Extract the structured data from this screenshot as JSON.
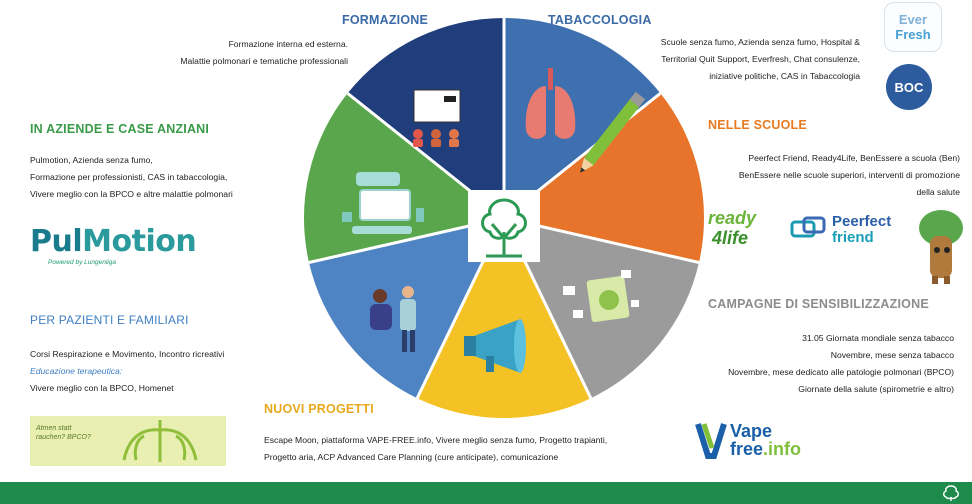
{
  "colors": {
    "formazione": "#203d7c",
    "tabaccologia": "#3e6fae",
    "scuole": "#e8742b",
    "campagne": "#9b9b9b",
    "nuovi": "#f5c226",
    "pazienti": "#4f84c4",
    "aziende": "#5aa64d",
    "green_heading": "#3a9b48",
    "orange_heading": "#e87a20",
    "gray_heading": "#8c8c8c",
    "blue_heading": "#3f7fc4",
    "yellow_heading": "#e8a91e",
    "footer": "#1e8a4c"
  },
  "sections": {
    "formazione": {
      "title": "FORMAZIONE",
      "lines": [
        "Formazione interna ed esterna.",
        "Malattie polmonari e tematiche professionali"
      ]
    },
    "tabaccologia": {
      "title": "TABACCOLOGIA",
      "lines": [
        "Scuole senza fumo, Azienda senza fumo, Hospital &",
        "Territorial Quit Support, Everfresh, Chat consulenze,",
        "iniziative politiche, CAS in Tabaccologia"
      ]
    },
    "aziende": {
      "title": "IN AZIENDE E CASE ANZIANI",
      "lines": [
        "Pulmotion, Azienda senza fumo,",
        "Formazione per professionisti, CAS in tabaccologia,",
        "Vivere meglio con la BPCO e altre malattie polmonari"
      ]
    },
    "scuole": {
      "title": "NELLE SCUOLE",
      "lines": [
        "Peerfect Friend, Ready4Life, BenEssere a scuola (Ben)",
        "BenEssere nelle scuole superiori, interventi di promozione",
        "della salute"
      ]
    },
    "pazienti": {
      "title": "PER PAZIENTI E FAMILIARI",
      "lines": [
        "Corsi Respirazione e Movimento, Incontro ricreativi",
        "Educazione terapeutica:",
        "Vivere meglio con la BPCO, Homenet"
      ]
    },
    "campagne": {
      "title": "CAMPAGNE DI SENSIBILIZZAZIONE",
      "lines": [
        "31.05 Giornata mondiale senza tabacco",
        "Novembre, mese senza tabacco",
        "Novembre, mese dedicato alle patologie polmonari (BPCO)",
        "Giornate della salute (spirometrie e altro)"
      ]
    },
    "nuovi": {
      "title": "NUOVI PROGETTI",
      "lines": [
        "Escape Moon, piattaforma VAPE-FREE.info, Vivere meglio senza fumo, Progetto trapianti,",
        "Progetto aria, ACP Advanced Care Planning (cure anticipate), comunicazione"
      ]
    }
  },
  "logos": {
    "everfresh_1": "Ever",
    "everfresh_2": "Fresh",
    "boc": "BOC",
    "pulmotion_a": "Pul",
    "pulmotion_b": "Motion",
    "pulmotion_sub": "Powered by Lungenliga",
    "ready_1": "ready",
    "ready_2": "4life",
    "peerfect_1": "Peerfect",
    "peerfect_2": "friend",
    "vape_1": "Vape",
    "vape_2": "free",
    "vape_3": ".info",
    "banner": "Atmen statt rauchen? BPCO?"
  },
  "icons": {
    "center": "tree-icon",
    "formazione": "presentation-icon",
    "tabaccologia": "lungs-icon",
    "scuole": "pencil-icon",
    "campagne": "flyers-icon",
    "nuovi": "megaphone-icon",
    "pazienti": "doctor-patient-icon",
    "aziende": "workstation-icon",
    "footer": "tree-outline-icon"
  }
}
